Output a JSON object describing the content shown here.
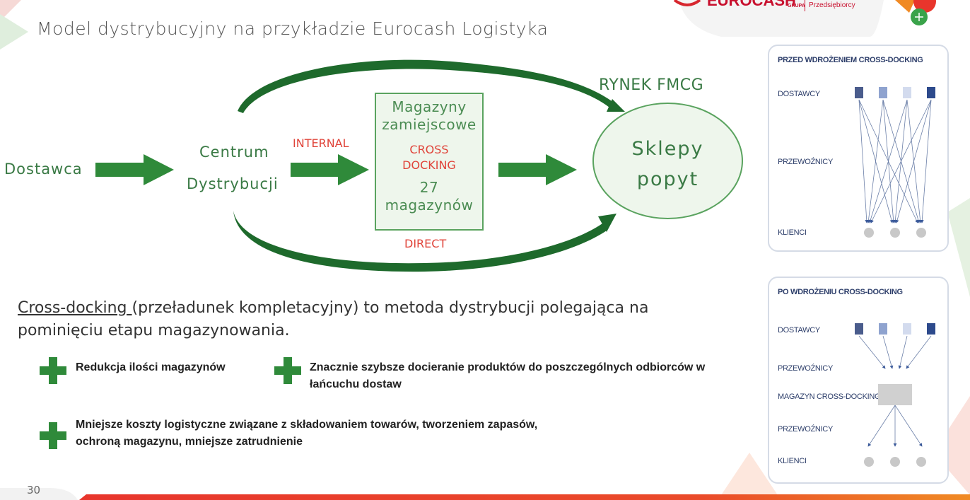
{
  "slide": {
    "title": "Model dystrybucyjny na przykładzie Eurocash Logistyka",
    "page_number": "30"
  },
  "logo": {
    "brand": "EUROCASH",
    "group": "GRUPA",
    "tagline": "Przedsiębiorcy"
  },
  "flow": {
    "supplier": "Dostawca",
    "center_line1": "Centrum",
    "center_line2": "Dystrybucji",
    "internal": "INTERNAL",
    "direct": "DIRECT",
    "market": "RYNEK FMCG",
    "warehouse": {
      "line1": "Magazyny",
      "line2": "zamiejscowe",
      "cross1": "CROSS",
      "cross2": "DOCKING",
      "count": "27",
      "count_label": "magazynów"
    },
    "shops_line1": "Sklepy",
    "shops_line2": "popyt"
  },
  "definition": {
    "term": "Cross-docking ",
    "rest": "(przeładunek kompletacyjny) to metoda dystrybucji polegająca na pominięciu etapu magazynowania."
  },
  "benefits": [
    "Redukcja ilości magazynów",
    "Znacznie szybsze docieranie produktów do poszczególnych odbiorców w łańcuchu dostaw",
    "Mniejsze koszty logistyczne związane z składowaniem towarów, tworzeniem zapasów, ochroną magazynu, mniejsze zatrudnienie"
  ],
  "before_panel": {
    "title": "PRZED WDROŻENIEM CROSS-DOCKING",
    "suppliers": "DOSTAWCY",
    "carriers": "PRZEWOŹNICY",
    "clients": "KLIENCI"
  },
  "after_panel": {
    "title": "PO WDROŻENIU CROSS-DOCKING",
    "suppliers": "DOSTAWCY",
    "carriers1": "PRZEWOŹNICY",
    "warehouse": "MAGAZYN CROSS-DOCKING",
    "carriers2": "PRZEWOŹNICY",
    "clients": "KLIENCI"
  },
  "colors": {
    "arrow_green": "#2f8a3a",
    "dark_green": "#1e6a2c",
    "box_fill": "#eef6ec",
    "red_text": "#e0443a",
    "footer_red": "#e8352c",
    "footer_orange": "#f08a24",
    "navy": "#2d3e6a"
  }
}
